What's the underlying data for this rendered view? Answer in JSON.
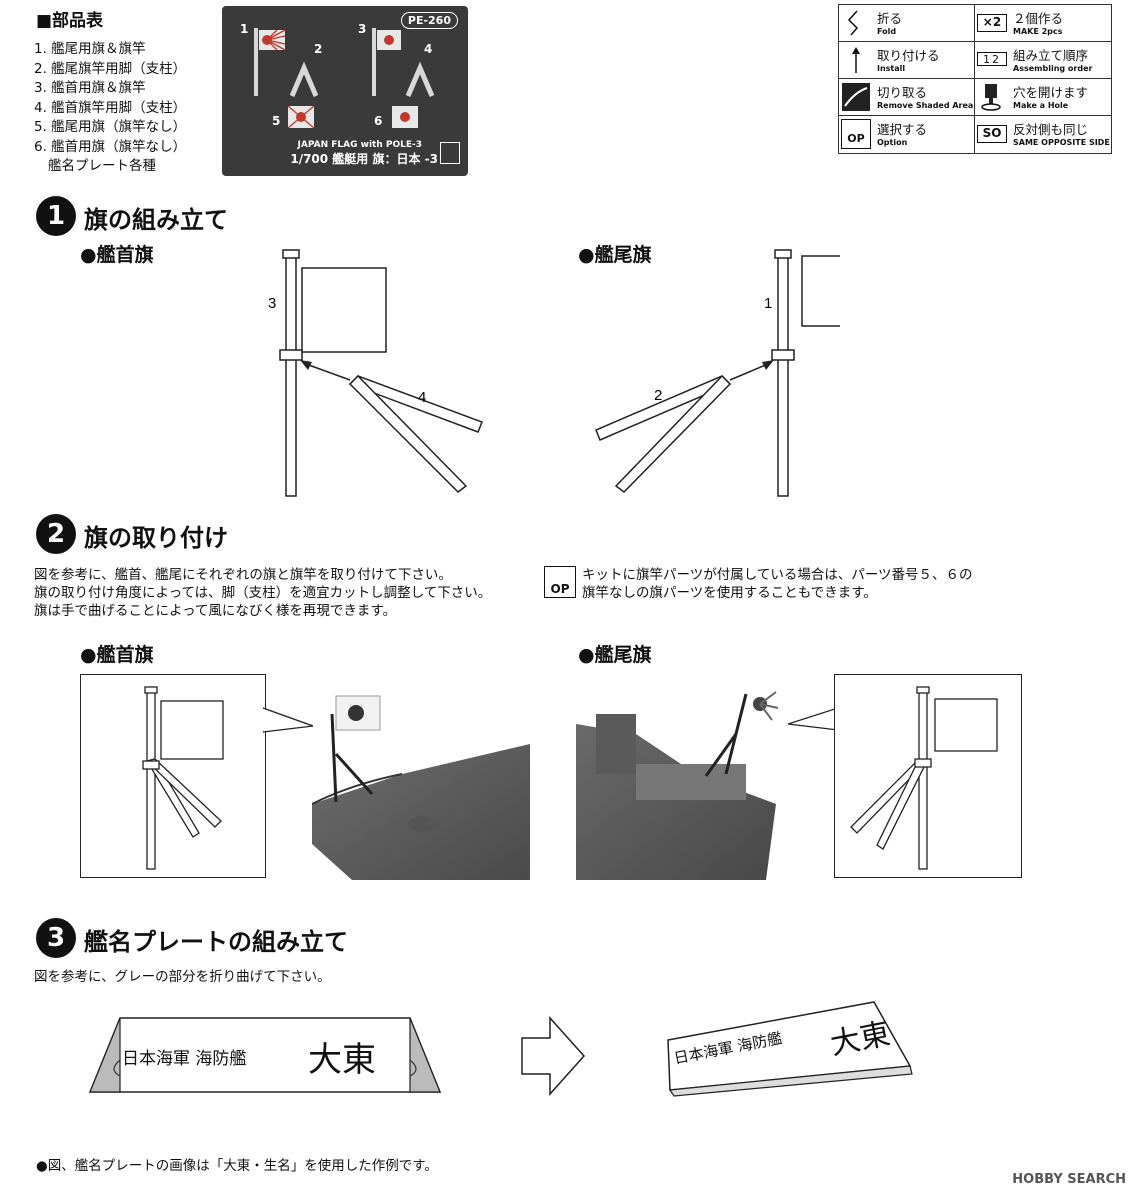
{
  "parts": {
    "title": "■部品表",
    "items": [
      "1. 艦尾用旗＆旗竿",
      "2. 艦尾旗竿用脚（支柱）",
      "3. 艦首用旗＆旗竿",
      "4. 艦首旗竿用脚（支柱）",
      "5. 艦尾用旗（旗竿なし）",
      "6. 艦首用旗（旗竿なし）",
      "   艦名プレート各種"
    ]
  },
  "fret": {
    "code": "PE-260",
    "nums": [
      "1",
      "2",
      "3",
      "4",
      "5",
      "6"
    ],
    "title_en": "JAPAN FLAG with POLE-3",
    "subtitle": "1/700 艦艇用 旗：日本 -3"
  },
  "legend": [
    {
      "jp": "折る",
      "en": "Fold",
      "icon": "fold-icon"
    },
    {
      "jp": "２個作る",
      "en": "MAKE 2pcs",
      "icon": "x2-icon",
      "icon_text": "×2"
    },
    {
      "jp": "取り付ける",
      "en": "Install",
      "icon": "install-arrow-icon"
    },
    {
      "jp": "組み立て順序",
      "en": "Assembling order",
      "icon": "order-icon",
      "icon_text": "12"
    },
    {
      "jp": "切り取る",
      "en": "Remove Shaded Area",
      "icon": "cut-icon"
    },
    {
      "jp": "穴を開けます",
      "en": "Make a Hole",
      "icon": "drill-icon"
    },
    {
      "jp": "選択する",
      "en": "Option",
      "icon": "option-icon",
      "icon_text": "OP"
    },
    {
      "jp": "反対側も同じ",
      "en": "SAME OPPOSITE SIDE",
      "icon": "same-side-icon",
      "icon_text": "SO"
    }
  ],
  "step1": {
    "num": "1",
    "title": "旗の組み立て",
    "bow_label": "●艦首旗",
    "stern_label": "●艦尾旗",
    "part_labels": {
      "bow_flag": "3",
      "bow_leg": "4",
      "stern_flag": "1",
      "stern_leg": "2"
    }
  },
  "step2": {
    "num": "2",
    "title": "旗の取り付け",
    "text": [
      "図を参考に、艦首、艦尾にそれぞれの旗と旗竿を取り付けて下さい。",
      "旗の取り付け角度によっては、脚（支柱）を適宜カットし調整して下さい。",
      "旗は手で曲げることによって風になびく様を再現できます。"
    ],
    "option_text": [
      "キットに旗竿パーツが付属している場合は、パーツ番号５、６の",
      "旗竿なしの旗パーツを使用することもできます。"
    ],
    "option_icon_text": "OP",
    "bow_label": "●艦首旗",
    "stern_label": "●艦尾旗"
  },
  "step3": {
    "num": "3",
    "title": "艦名プレートの組み立て",
    "text": "図を参考に、グレーの部分を折り曲げて下さい。",
    "plate_prefix": "日本海軍 海防艦",
    "plate_name": "大東"
  },
  "footer": "●図、艦名プレートの画像は「大東・生名」を使用した作例です。",
  "watermark": "HOBBY SEARCH"
}
